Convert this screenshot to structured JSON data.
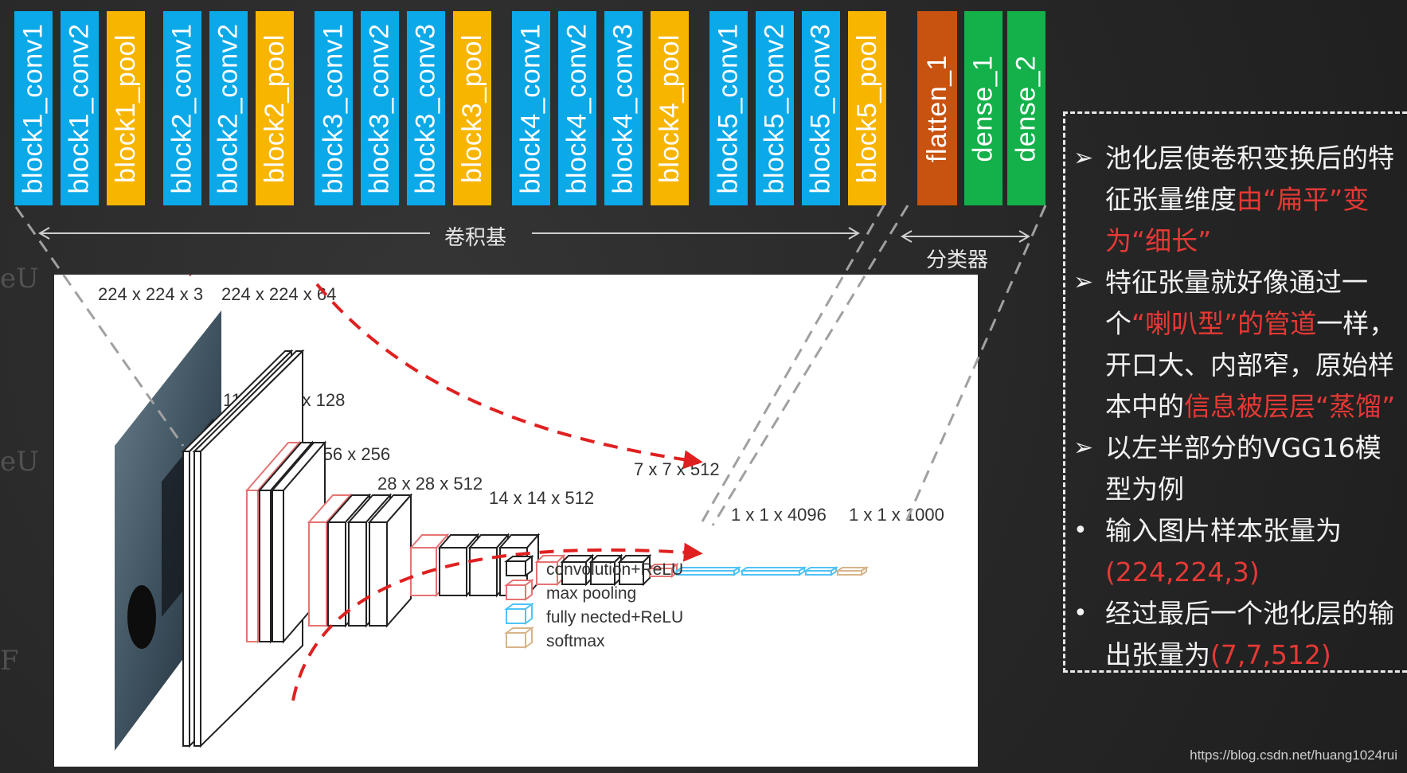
{
  "colors": {
    "conv": "#0ba9e8",
    "pool": "#f7b500",
    "flatten": "#c8520f",
    "dense": "#14b14a",
    "highlight": "#e53935",
    "arrow": "#e02020"
  },
  "layers": [
    {
      "name": "block1_conv1",
      "kind": "conv"
    },
    {
      "name": "block1_conv2",
      "kind": "conv"
    },
    {
      "name": "block1_pool",
      "kind": "pool"
    },
    {
      "name": "block2_conv1",
      "kind": "conv"
    },
    {
      "name": "block2_conv2",
      "kind": "conv"
    },
    {
      "name": "block2_pool",
      "kind": "pool"
    },
    {
      "name": "block3_conv1",
      "kind": "conv"
    },
    {
      "name": "block3_conv2",
      "kind": "conv"
    },
    {
      "name": "block3_conv3",
      "kind": "conv"
    },
    {
      "name": "block3_pool",
      "kind": "pool"
    },
    {
      "name": "block4_conv1",
      "kind": "conv"
    },
    {
      "name": "block4_conv2",
      "kind": "conv"
    },
    {
      "name": "block4_conv3",
      "kind": "conv"
    },
    {
      "name": "block4_pool",
      "kind": "pool"
    },
    {
      "name": "block5_conv1",
      "kind": "conv"
    },
    {
      "name": "block5_conv2",
      "kind": "conv"
    },
    {
      "name": "block5_conv3",
      "kind": "conv"
    },
    {
      "name": "block5_pool",
      "kind": "pool"
    },
    {
      "name": "flatten_1",
      "kind": "flatten"
    },
    {
      "name": "dense_1",
      "kind": "dense"
    },
    {
      "name": "dense_2",
      "kind": "dense"
    }
  ],
  "sections": {
    "conv_base": "卷积基",
    "classifier": "分类器"
  },
  "diagram": {
    "dims": [
      "224 x 224 x 3",
      "224 x 224 x 64",
      "112 x 112 x 128",
      "56 x 56 x 256",
      "28 x 28 x 512",
      "14 x 14 x 512",
      "7 x 7 x 512",
      "1 x 1 x 4096",
      "1 x 1 x 1000"
    ],
    "legend": [
      {
        "label": "convolution+ReLU",
        "color": "#222222"
      },
      {
        "label": "max pooling",
        "color": "#e57373"
      },
      {
        "label": "fully nected+ReLU",
        "color": "#4fc3f7"
      },
      {
        "label": "softmax",
        "color": "#d7b48a"
      }
    ]
  },
  "notes": [
    {
      "mark": "➢",
      "parts": [
        {
          "text": "池化层使卷积变换后的特征张量维度",
          "hl": false
        },
        {
          "text": "由“扁平”变为“细长”",
          "hl": true
        }
      ]
    },
    {
      "mark": "➢",
      "parts": [
        {
          "text": "特征张量就好像通过一个",
          "hl": false
        },
        {
          "text": "“喇叭型”的管道",
          "hl": true
        },
        {
          "text": "一样，开口大、内部窄，原始样本中的",
          "hl": false
        },
        {
          "text": "信息被层层“蒸馏”",
          "hl": true
        }
      ]
    },
    {
      "mark": "➢",
      "parts": [
        {
          "text": "以左半部分的VGG16模型为例",
          "hl": false
        }
      ]
    },
    {
      "mark": "•",
      "parts": [
        {
          "text": "输入图片样本张量为",
          "hl": false
        },
        {
          "text": "(224,224,3)",
          "hl": true
        }
      ]
    },
    {
      "mark": "•",
      "parts": [
        {
          "text": "经过最后一个池化层的输出张量为",
          "hl": false
        },
        {
          "text": "(7,7,512)",
          "hl": true
        }
      ]
    }
  ],
  "watermark": "https://blog.csdn.net/huang1024rui"
}
